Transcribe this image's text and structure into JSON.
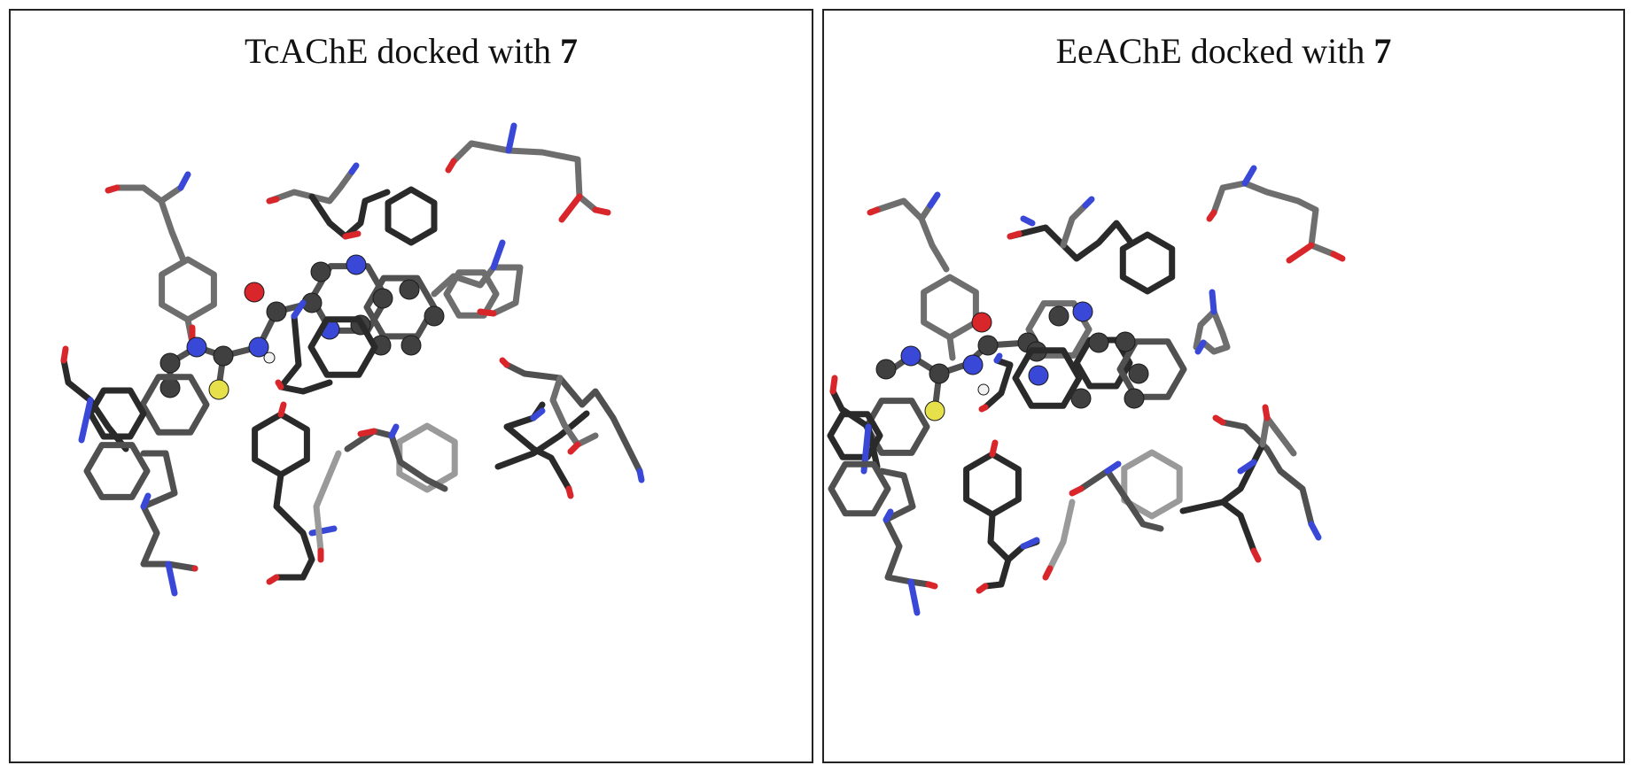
{
  "panels": [
    {
      "title_prefix": "TcAChE docked with ",
      "title_compound": "7"
    },
    {
      "title_prefix": "EeAChE docked with ",
      "title_compound": "7"
    }
  ],
  "colors": {
    "carbon_light": "#6e6e6e",
    "carbon_mid": "#505050",
    "carbon_dark": "#2a2a2a",
    "carbon_faint": "#9a9a9a",
    "nitrogen": "#3a48d8",
    "oxygen": "#d8262a",
    "sulfur": "#e6e04a",
    "hydrogen": "#f2f2f2",
    "atom_carbon": "#404040"
  }
}
